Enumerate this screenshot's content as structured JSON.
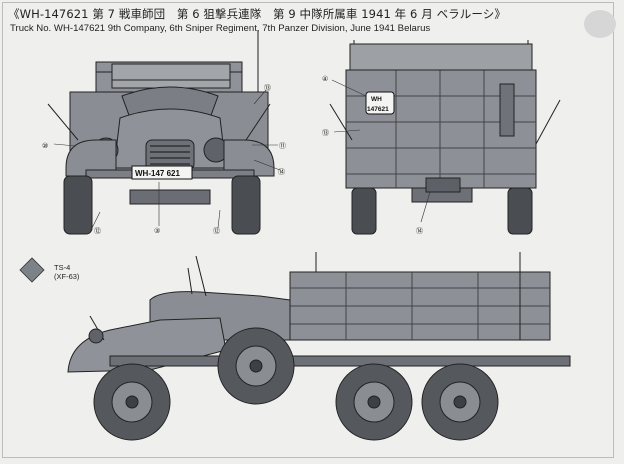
{
  "caption": {
    "japanese": "《WH-147621 第 7 戦車師団　第 6 狙撃兵連隊　第 9 中隊所属車 1941 年 6 月 ベラルーシ》",
    "english": "Truck No. WH-147621 9th Company, 6th Sniper Regiment, 7th Panzer Division, June 1941 Belarus"
  },
  "color": {
    "code": "TS-4",
    "ref": "(XF-63)",
    "swatch": "#7d8288"
  },
  "front_view": {
    "plate": "WH-147 621",
    "callouts": [
      "⑩",
      "⑪",
      "⑫",
      "⑫",
      "③",
      "⑬",
      "⑭"
    ]
  },
  "rear_view": {
    "plate_line1": "WH",
    "plate_line2": "147621",
    "callouts": [
      "④",
      "⑬",
      "⑭"
    ]
  }
}
